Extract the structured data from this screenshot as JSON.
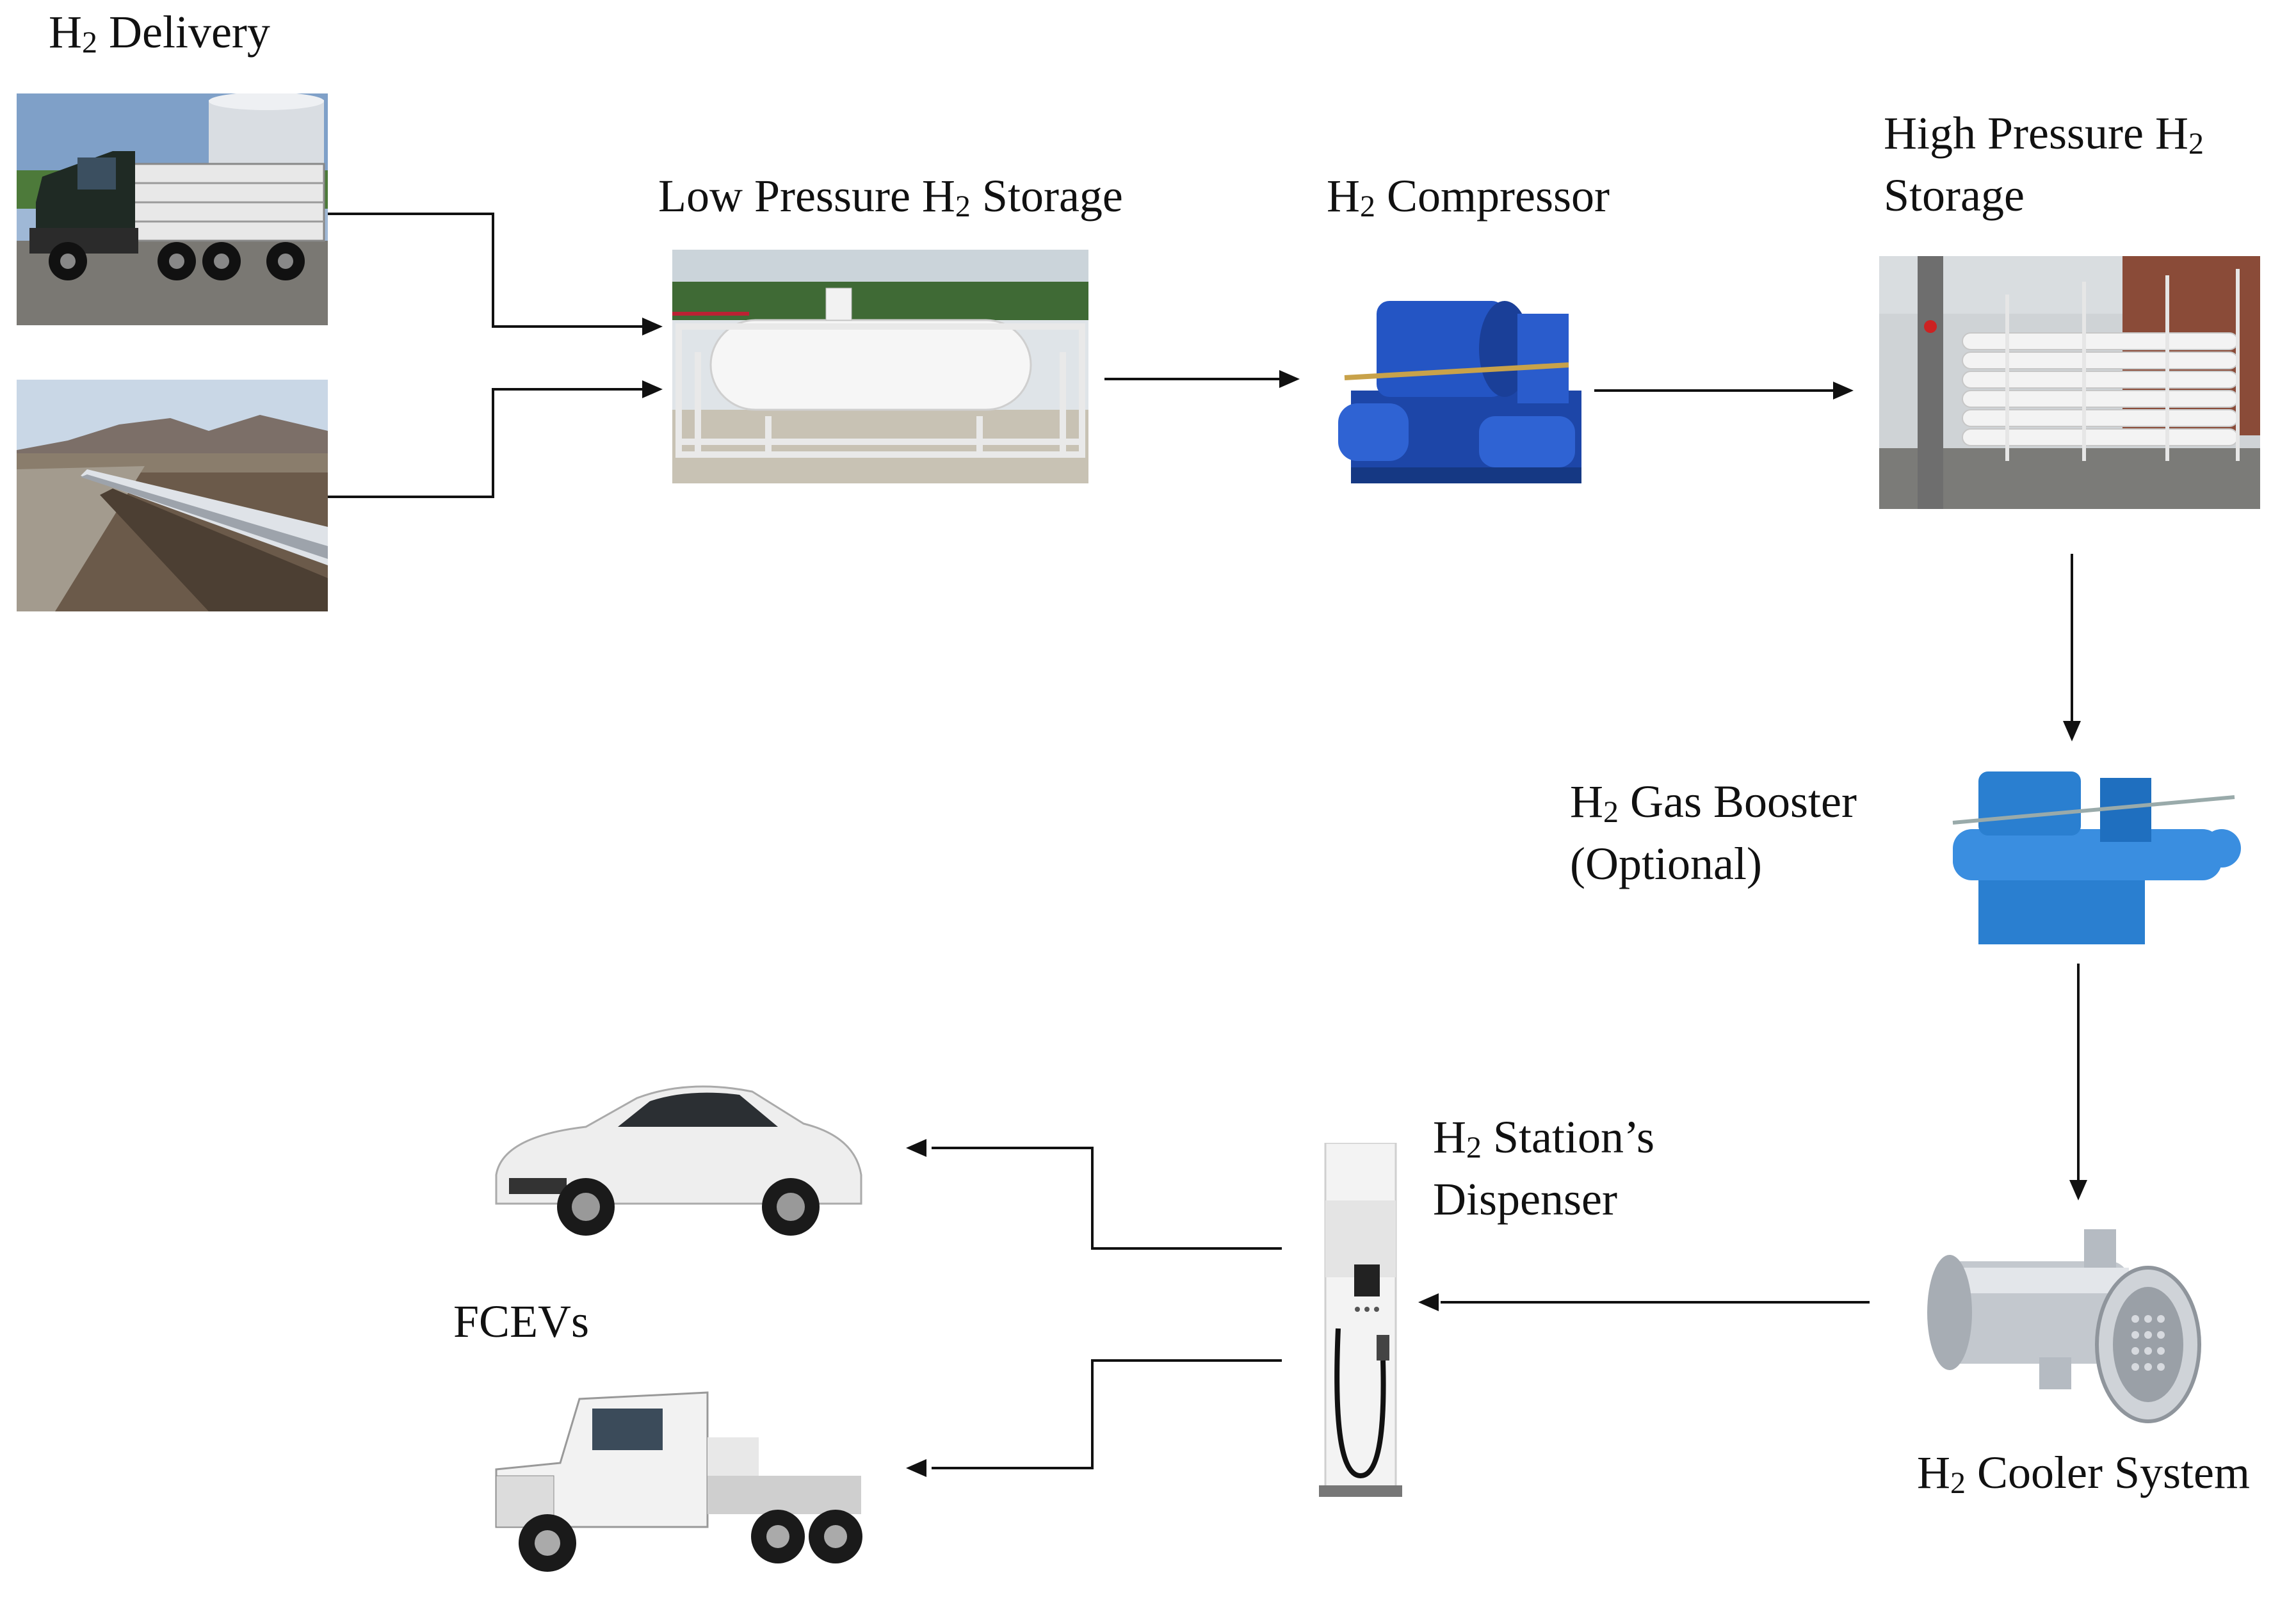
{
  "labels": {
    "delivery": {
      "pre": "H",
      "sub": "2",
      "post": " Delivery"
    },
    "low_storage": {
      "pre": "Low Pressure H",
      "sub": "2",
      "post": " Storage"
    },
    "compressor": {
      "pre": "H",
      "sub": "2",
      "post": " Compressor"
    },
    "high_storage_l1": {
      "pre": "High Pressure H",
      "sub": "2",
      "post": ""
    },
    "high_storage_l2": "Storage",
    "booster_l1": {
      "pre": "H",
      "sub": "2",
      "post": " Gas Booster"
    },
    "booster_l2": "(Optional)",
    "dispenser_l1": {
      "pre": "H",
      "sub": "2",
      "post": " Station’s"
    },
    "dispenser_l2": "Dispenser",
    "cooler": {
      "pre": "H",
      "sub": "2",
      "post": " Cooler System"
    },
    "fcevs": "FCEVs"
  },
  "colors": {
    "arrow": "#111111",
    "equipment_blue": "#1f4fb8",
    "booster_blue": "#2a7fd0",
    "tank_white": "#f4f4f4",
    "steel": "#b9bec4",
    "sky": "#c9d7e6",
    "ground": "#6d6a64"
  },
  "icons": [
    "delivery-truck-photo",
    "pipeline-photo",
    "low-pressure-tank-photo",
    "compressor-photo",
    "high-pressure-cylinders-photo",
    "gas-booster-photo",
    "cooler-photo",
    "dispenser-photo",
    "fcev-car-photo",
    "fcev-truck-photo"
  ]
}
